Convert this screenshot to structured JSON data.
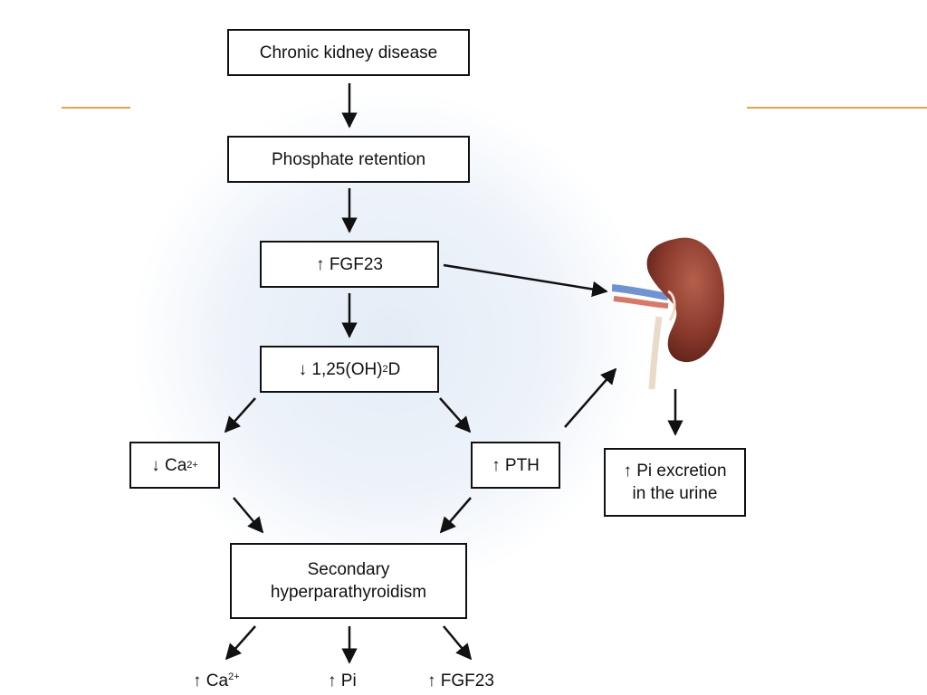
{
  "colors": {
    "accent_rule": "#f0a24a",
    "kidney": "#8a3a2c",
    "glow": "#e3ecf6"
  },
  "nodes": {
    "ckd": "Chronic kidney disease",
    "phosphate": "Phosphate retention",
    "fgf23_up": {
      "arrow": "↑",
      "text": "FGF23"
    },
    "vitd_down": {
      "arrow": "↓",
      "text": "1,25(OH)",
      "sub": "2",
      "tail": "D"
    },
    "ca_down": {
      "arrow": "↓",
      "text": "Ca",
      "sup": "2+"
    },
    "pth_up": {
      "arrow": "↑",
      "text": "PTH"
    },
    "secondary_hpt": {
      "line1": "Secondary",
      "line2": "hyperparathyroidism"
    },
    "pi_excretion": {
      "line1": "↑ Pi excretion",
      "line2": "in the urine"
    }
  },
  "outcomes": {
    "ca": {
      "arrow": "↑",
      "text": "Ca",
      "sup": "2+"
    },
    "pi": {
      "arrow": "↑",
      "text": "Pi"
    },
    "fgf23": {
      "arrow": "↑",
      "text": "FGF23"
    }
  },
  "icons": {
    "kidney": "kidney-icon"
  }
}
